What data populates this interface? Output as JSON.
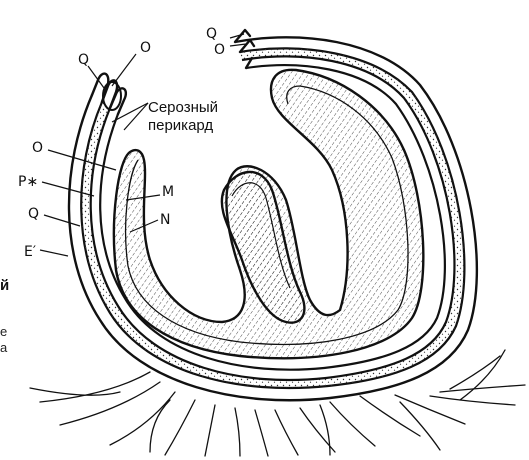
{
  "labels": {
    "serous_line1": "Серозный",
    "serous_line2": "перикард",
    "q_top_left": "Q",
    "o_top_left": "O",
    "q_top_right": "Q",
    "o_top_right": "O",
    "o_left": "O",
    "p_star": "P∗",
    "m": "M",
    "n": "N",
    "q_left": "Q",
    "e_prime": "E′"
  },
  "cut_off_text": {
    "bold_fragment": "й",
    "line1": "е",
    "line2": "а"
  }
}
